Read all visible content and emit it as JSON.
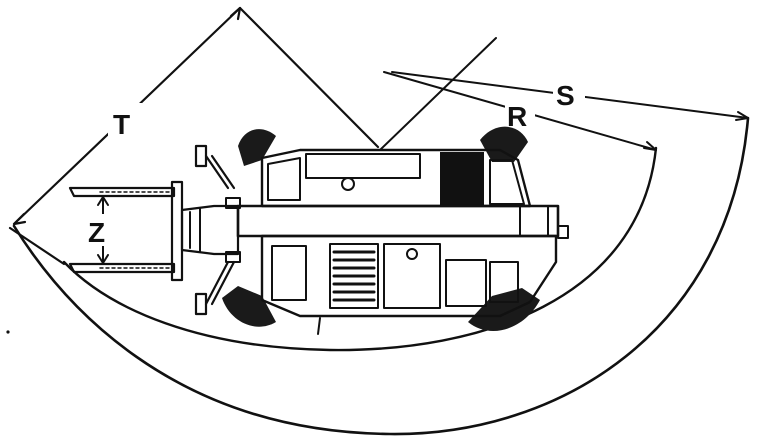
{
  "diagram": {
    "labels": {
      "T": "T",
      "Z": "Z",
      "R": "R",
      "S": "S"
    },
    "colors": {
      "ink": "#111111",
      "paper": "#ffffff"
    },
    "subject": "telehandler-top-view-turning-radius"
  }
}
